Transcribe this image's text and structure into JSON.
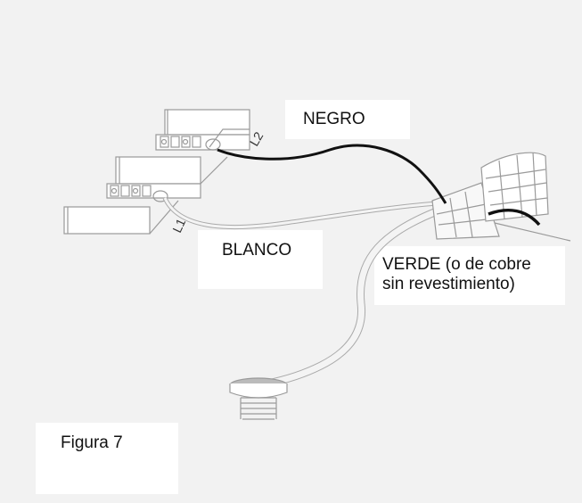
{
  "labels": {
    "negro": "NEGRO",
    "blanco": "BLANCO",
    "verde_line1": "VERDE (o de cobre",
    "verde_line2": "sin revestimiento)",
    "figure": "Figura 7",
    "l1": "L1",
    "l2": "L2"
  },
  "colors": {
    "background": "#f2f2f2",
    "label_box": "#ffffff",
    "black_wire": "#111111",
    "outline": "#9a9a9a"
  }
}
